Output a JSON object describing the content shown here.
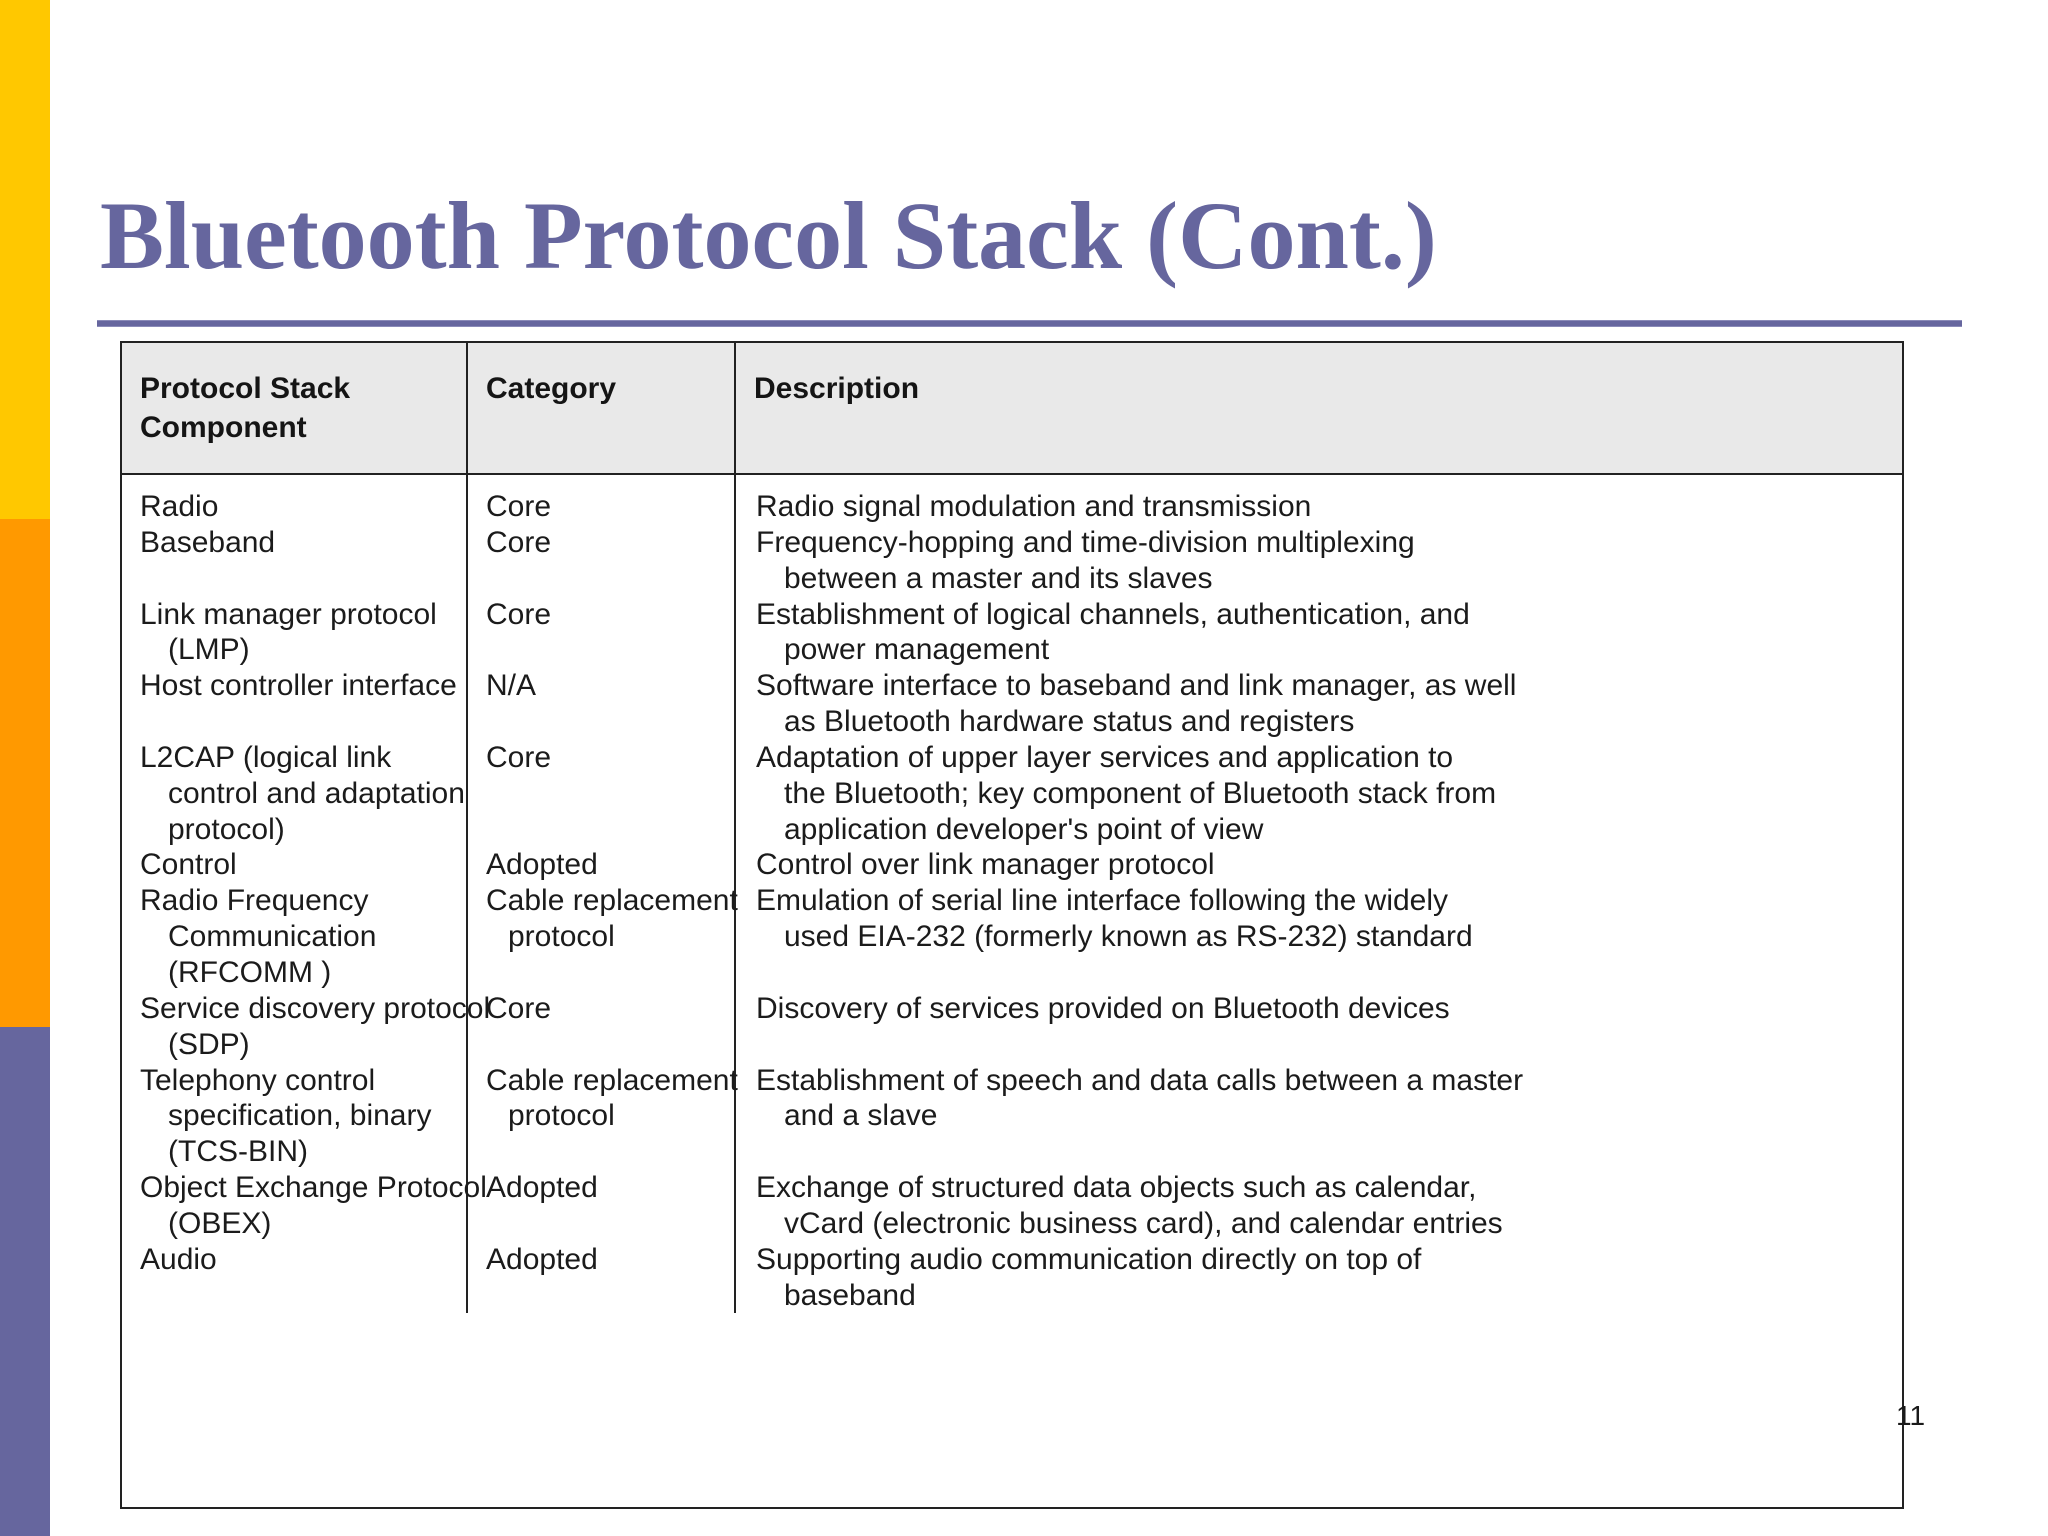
{
  "slide": {
    "title": "Bluetooth Protocol Stack (Cont.)",
    "page_number": "11",
    "accent_color": "#66669E",
    "sidebar": {
      "bands": [
        {
          "name": "yellow-band",
          "color": "#FFC800"
        },
        {
          "name": "orange-band",
          "color": "#FF9900"
        },
        {
          "name": "purple-band",
          "color": "#66669E"
        }
      ]
    }
  },
  "table": {
    "headers": {
      "col1_line1": "Protocol Stack",
      "col1_line2": "Component",
      "col2": "Category",
      "col3": "Description"
    },
    "rows": [
      {
        "component": [
          "Radio"
        ],
        "category": [
          "Core"
        ],
        "description": [
          "Radio signal modulation and transmission"
        ]
      },
      {
        "component": [
          "Baseband",
          ""
        ],
        "category": [
          "Core",
          ""
        ],
        "description": [
          "Frequency-hopping and time-division multiplexing",
          "between a master and its slaves"
        ]
      },
      {
        "component": [
          "Link manager protocol",
          "(LMP)"
        ],
        "category": [
          "Core",
          ""
        ],
        "description": [
          "Establishment of logical channels, authentication, and",
          "power management"
        ]
      },
      {
        "component": [
          "Host controller interface",
          ""
        ],
        "category": [
          "N/A",
          ""
        ],
        "description": [
          "Software interface to baseband and link manager, as well",
          "as Bluetooth hardware status and registers"
        ]
      },
      {
        "component": [
          "L2CAP (logical link",
          "control and adaptation",
          "protocol)"
        ],
        "category": [
          "Core",
          "",
          ""
        ],
        "description": [
          "Adaptation of upper layer services and application to",
          "the Bluetooth; key component of Bluetooth stack from",
          "application developer's point of view"
        ]
      },
      {
        "component": [
          "Control"
        ],
        "category": [
          "Adopted"
        ],
        "description": [
          "Control over link manager protocol"
        ]
      },
      {
        "component": [
          "Radio Frequency",
          "Communication",
          "(RFCOMM )"
        ],
        "category": [
          "Cable replacement",
          "protocol",
          ""
        ],
        "description": [
          "Emulation of serial line interface following the widely",
          "used EIA-232 (formerly known as RS-232) standard",
          ""
        ]
      },
      {
        "component": [
          "Service discovery protocol",
          "(SDP)"
        ],
        "category": [
          "Core",
          ""
        ],
        "description": [
          "Discovery of services provided on Bluetooth devices",
          ""
        ]
      },
      {
        "component": [
          "Telephony control",
          "specification, binary",
          "(TCS-BIN)"
        ],
        "category": [
          "Cable replacement",
          "protocol",
          ""
        ],
        "description": [
          "Establishment of speech and data calls between a master",
          "and a slave",
          ""
        ]
      },
      {
        "component": [
          "Object Exchange Protocol",
          "(OBEX)"
        ],
        "category": [
          "Adopted",
          ""
        ],
        "description": [
          "Exchange of structured data objects such as calendar,",
          "vCard (electronic business card), and calendar entries"
        ]
      },
      {
        "component": [
          "Audio"
        ],
        "category": [
          "Adopted"
        ],
        "description": [
          "Supporting audio communication directly on top of",
          "baseband"
        ]
      }
    ]
  }
}
